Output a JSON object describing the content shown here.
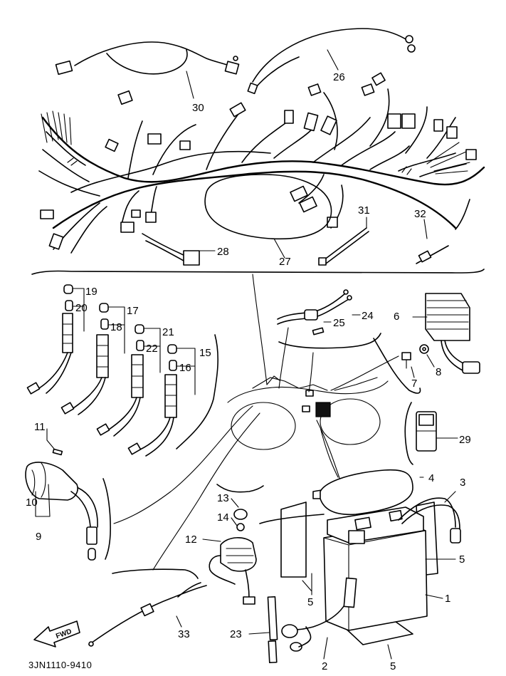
{
  "diagram": {
    "code": "3JN1110-9410",
    "fwd_label": "FWD",
    "labels": {
      "p1": "1",
      "p2": "2",
      "p3": "3",
      "p4": "4",
      "p5a": "5",
      "p5b": "5",
      "p5c": "5",
      "p6": "6",
      "p7": "7",
      "p8": "8",
      "p9": "9",
      "p10": "10",
      "p11": "11",
      "p12": "12",
      "p13": "13",
      "p14": "14",
      "p15": "15",
      "p16": "16",
      "p17": "17",
      "p18": "18",
      "p19": "19",
      "p20": "20",
      "p21": "21",
      "p22": "22",
      "p23": "23",
      "p24": "24",
      "p25": "25",
      "p26": "26",
      "p27": "27",
      "p28": "28",
      "p29": "29",
      "p30": "30",
      "p31": "31",
      "p32": "32",
      "p33": "33"
    }
  }
}
